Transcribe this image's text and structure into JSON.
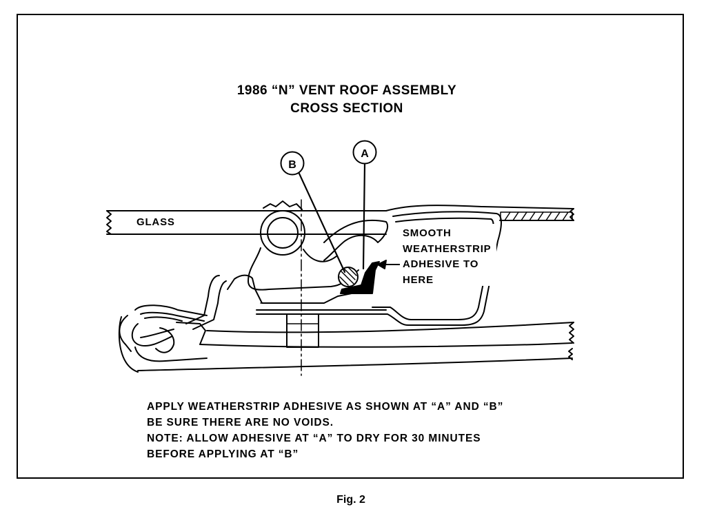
{
  "title": {
    "line1": "1986 “N” VENT ROOF ASSEMBLY",
    "line2": "CROSS SECTION"
  },
  "labels": {
    "glass": "GLASS",
    "callout_a": "A",
    "callout_b": "B",
    "smooth_note": [
      "SMOOTH",
      "WEATHERSTRIP",
      "ADHESIVE TO",
      "HERE"
    ]
  },
  "notes": [
    "APPLY WEATHERSTRIP ADHESIVE AS SHOWN AT “A” AND “B”",
    "BE SURE THERE ARE NO VOIDS.",
    "NOTE:  ALLOW ADHESIVE AT “A” TO DRY FOR 30 MINUTES",
    "BEFORE APPLYING AT “B”"
  ],
  "figure_caption": "Fig. 2"
}
